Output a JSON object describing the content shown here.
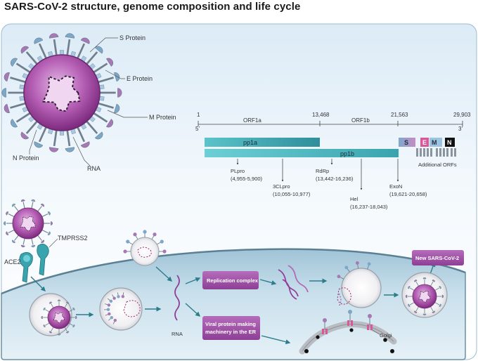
{
  "title": "SARS-CoV-2 structure, genome composition and life cycle",
  "colors": {
    "virus": "#9a3a99",
    "panel": "#eaf4fb",
    "teal": "#3aa9b3",
    "box": "#9c4ea4"
  },
  "virion_labels": {
    "s_protein": "S Protein",
    "e_protein": "E Protein",
    "m_protein": "M Protein",
    "n_protein": "N Protein",
    "rna": "RNA"
  },
  "genome": {
    "pos_start": "1",
    "pos_orf1a_end": "13,468",
    "pos_orf1b_end": "21,563",
    "pos_end": "29,903",
    "orf1a": "ORF1a",
    "orf1b": "ORF1b",
    "five_prime": "5’",
    "three_prime": "3’",
    "pp1a": "pp1a",
    "pp1b": "pp1b",
    "gene_s": "S",
    "gene_e": "E",
    "gene_m": "M",
    "gene_n": "N",
    "additional_orfs": "Additional ORFs",
    "plpro": "PLpro",
    "plpro_range": "(4,955-5,900)",
    "clpro": "3CLpro",
    "clpro_range": "(10,055-10,977)",
    "rdrp": "RdRp",
    "rdrp_range": "(13,442-16,236)",
    "hel": "Hel",
    "hel_range": "(16,237-18,043)",
    "exon": "ExoN",
    "exon_range": "(19,621-20,658)"
  },
  "lifecycle": {
    "tmprss2": "TMPRSS2",
    "ace2": "ACE2",
    "rna": "RNA",
    "replication_complex": "Replication complex",
    "viral_protein_line1": "Viral protein making",
    "viral_protein_line2": "machinery in the ER",
    "golgi": "Golgi",
    "new_virus": "New SARS-CoV-2"
  }
}
